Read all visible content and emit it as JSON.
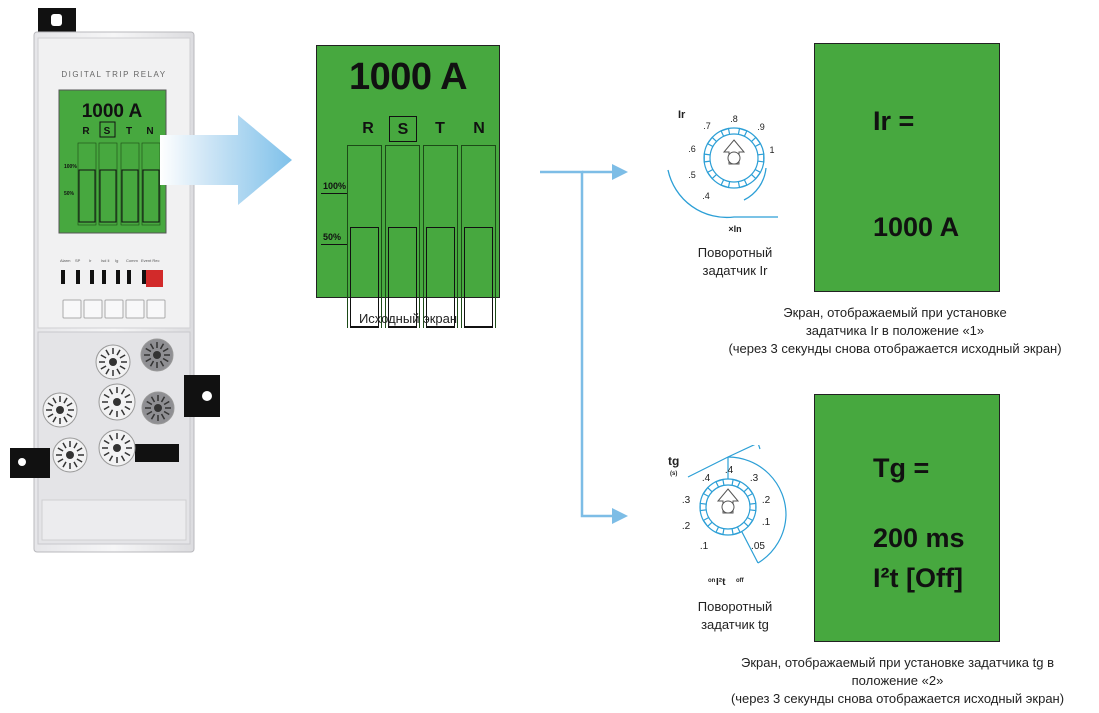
{
  "device": {
    "title": "DIGITAL TRIP RELAY",
    "amp": "1000 A",
    "phases": [
      "R",
      "S",
      "T",
      "N"
    ],
    "pct_100": "100%",
    "pct_50": "50%",
    "indicators": [
      "Alarm",
      "SP",
      "Ir",
      "Isd Ii",
      "Ig",
      "Comm",
      "Event Rec"
    ]
  },
  "main_screen": {
    "amp": "1000 A",
    "phases": [
      "R",
      "S",
      "T",
      "N"
    ],
    "selected_phase": "S",
    "pct_100": "100%",
    "pct_50": "50%",
    "caption": "Исходный экран"
  },
  "ir_dial": {
    "name": "Ir",
    "marks": [
      ".7",
      ".8",
      ".9",
      ".6",
      "1",
      ".5",
      ".4"
    ],
    "unit": "×In",
    "caption_1": "Поворотный",
    "caption_2": "задатчик Ir"
  },
  "ir_screen": {
    "line1": "Ir =",
    "line2": "1000 A",
    "caption_1": "Экран, отображаемый при установке",
    "caption_2": "задатчика Ir в положение «1»",
    "caption_3": "(через 3 секунды снова отображается исходный экран)"
  },
  "tg_dial": {
    "name": "tg",
    "unit": "(s)",
    "marks": [
      ".4",
      ".4",
      ".3",
      ".3",
      ".2",
      ".2",
      ".1",
      ".1",
      ".05"
    ],
    "mode_on": "on",
    "mode_i2t": "I²t",
    "mode_off": "off",
    "caption_1": "Поворотный",
    "caption_2": "задатчик tg"
  },
  "tg_screen": {
    "line1": "Tg =",
    "line2": "200 ms",
    "line3": "I²t [Off]",
    "caption_1": "Экран, отображаемый при установке задатчика tg в",
    "caption_2": "положение «2»",
    "caption_3": "(через 3 секунды снова отображается исходный экран)"
  },
  "colors": {
    "lcd": "#47a83f",
    "arrow": "#8ec8ec",
    "connector": "#7dbde6",
    "dial": "#2c9fd6"
  }
}
